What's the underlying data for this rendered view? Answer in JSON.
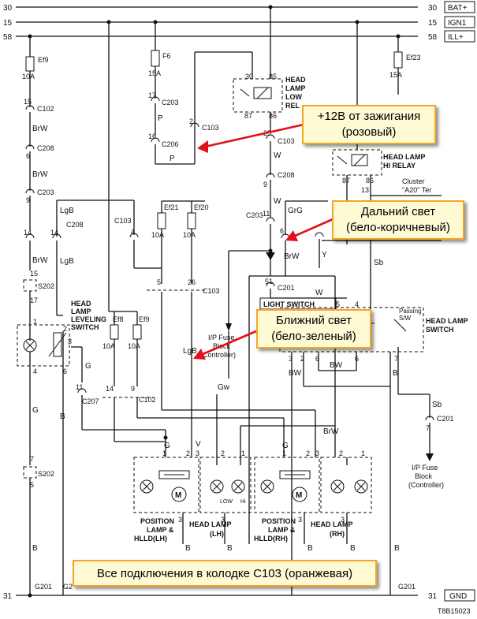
{
  "rails": [
    {
      "num_left": "30",
      "num_right": "30",
      "label": "BAT+"
    },
    {
      "num_left": "15",
      "num_right": "15",
      "label": "IGN1"
    },
    {
      "num_left": "58",
      "num_right": "58",
      "label": "ILL+"
    }
  ],
  "ground": {
    "num_left": "31",
    "num_right": "31",
    "label": "GND",
    "left_points": [
      "G201",
      "G2"
    ],
    "right_point": "G201"
  },
  "fuses": {
    "ef9": {
      "name": "Ef9",
      "rating": "10A"
    },
    "f6": {
      "name": "F6",
      "rating": "15A"
    },
    "ef23": {
      "name": "Ef23",
      "rating": "15A"
    },
    "ef21": {
      "name": "Ef21",
      "rating": "10A"
    },
    "ef20": {
      "name": "Ef20",
      "rating": "10A"
    },
    "ef8": {
      "name": "Ef8",
      "rating": "10A"
    },
    "ef9b": {
      "name": "Ef9",
      "rating": "10A"
    }
  },
  "relays": {
    "low": {
      "lines": [
        "HEAD",
        "LAMP",
        "LOW",
        "REL"
      ],
      "pins": [
        "30",
        "85",
        "87",
        "86"
      ]
    },
    "hi": {
      "lines": [
        "HEAD LAMP",
        "HI RELAY"
      ],
      "pins": [
        "87",
        "86",
        "13"
      ]
    }
  },
  "components": {
    "leveling_switch": [
      "HEAD",
      "LAMP",
      "LEVELING",
      "SWITCH"
    ],
    "light_switch": "LIGHT SWITCH",
    "head_lamp_switch": [
      "HEAD LAMP",
      "SWITCH"
    ],
    "passing_sw": [
      "Passing",
      "S/W"
    ],
    "cluster": [
      "Cluster",
      "\"A20\" Ter"
    ],
    "ip_fuse_block_1": [
      "I/P Fuse",
      "Block",
      "(Controller)"
    ],
    "ip_fuse_block_2": [
      "I/P Fuse",
      "Block",
      "(Controller)"
    ],
    "position_lamp_lh": [
      "POSITION",
      "LAMP &",
      "HLLD(LH)"
    ],
    "head_lamp_lh": [
      "HEAD LAMP",
      "(LH)"
    ],
    "position_lamp_rh": [
      "POSITION",
      "LAMP &",
      "HLLD(RH)"
    ],
    "head_lamp_rh": [
      "HEAD LAMP",
      "(RH)"
    ],
    "lamp_low": "LOW",
    "lamp_hi": "Hi"
  },
  "connectors": {
    "c102_top": "C102",
    "c208_a": "C208",
    "c203_a": "C203",
    "c203_b": "C208",
    "s202_top": "S202",
    "s202_bot": "S202",
    "c207": "C207",
    "c102_bot": "C102",
    "c203_f6": "C203",
    "c206": "C206",
    "c103_a": "C103",
    "c103_b": "C103",
    "c208_mid": "C208",
    "c203_mid": "C203",
    "c103_left": "C103",
    "c103_mid": "C103",
    "c201_a": "C201",
    "c201_b": "C201"
  },
  "wires": {
    "brw": "BrW",
    "lgb": "LgB",
    "p": "P",
    "w": "W",
    "grg": "GrG",
    "y": "Y",
    "sb": "Sb",
    "g": "G",
    "b": "B",
    "gw": "Gw",
    "bw": "BW",
    "v": "V",
    "m": "M"
  },
  "pins": {
    "p1": "1",
    "p2": "2",
    "p3": "3",
    "p4": "4",
    "p5": "5",
    "p6": "6",
    "p7": "7",
    "p9": "9",
    "p11": "11",
    "p14": "14",
    "p15": "15",
    "p16": "16",
    "p17": "17",
    "p25": "25",
    "p26": "26",
    "p51": "51"
  },
  "callouts": {
    "ignition": [
      "+12В от зажигания",
      "(розовый)"
    ],
    "high_beam": [
      "Дальний свет",
      "(бело-коричневый)"
    ],
    "low_beam": [
      "Ближний свет",
      "(бело-зеленый)"
    ],
    "connector": "Все подключения в колодке С103 (оранжевая)"
  },
  "doc_code": "T8B15023",
  "colors": {
    "callout_border": "#f5a623",
    "callout_bg": "#fdfad4",
    "arrow": "#e0101a"
  }
}
